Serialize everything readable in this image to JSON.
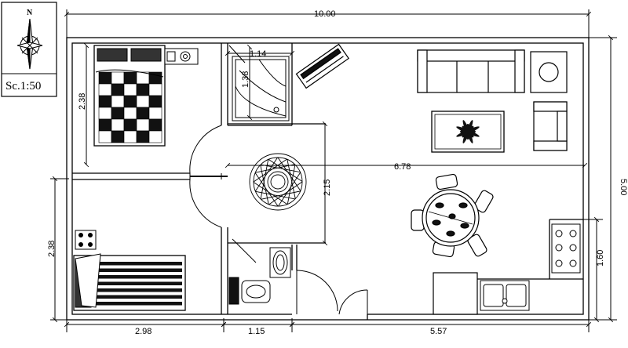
{
  "legend": {
    "north_label": "N",
    "north_icon": "compass-rose-icon",
    "scale_text": "Sc.1:50"
  },
  "dimensions": {
    "overall_width": "10.00",
    "overall_height": "5.00",
    "bedroom_top_height": "2.38",
    "bedroom_bottom_height": "2.38",
    "bottom_left_width": "2.98",
    "bottom_mid_width": "1.15",
    "bottom_right_width": "5.57",
    "shower_width": "1.14",
    "shower_height": "1.38",
    "hall_height": "2.15",
    "living_width": "6.78",
    "kitchen_height": "1.60"
  },
  "icons": {
    "bed_1": "double-bed-icon",
    "bed_2": "single-bed-icon",
    "sofa": "sofa-icon",
    "armchair": "armchair-icon",
    "coffee_table": "coffee-table-icon",
    "dining_set": "dining-table-icon",
    "stove": "stove-icon",
    "sink": "kitchen-sink-icon",
    "toilet": "toilet-icon",
    "basin": "washbasin-icon",
    "shower": "shower-tray-icon",
    "rug": "round-rug-icon",
    "tv": "tv-icon"
  },
  "colors": {
    "line": "#000000",
    "background": "#ffffff",
    "fill_dark": "#111111",
    "fill_gray": "#bbbbbb"
  }
}
